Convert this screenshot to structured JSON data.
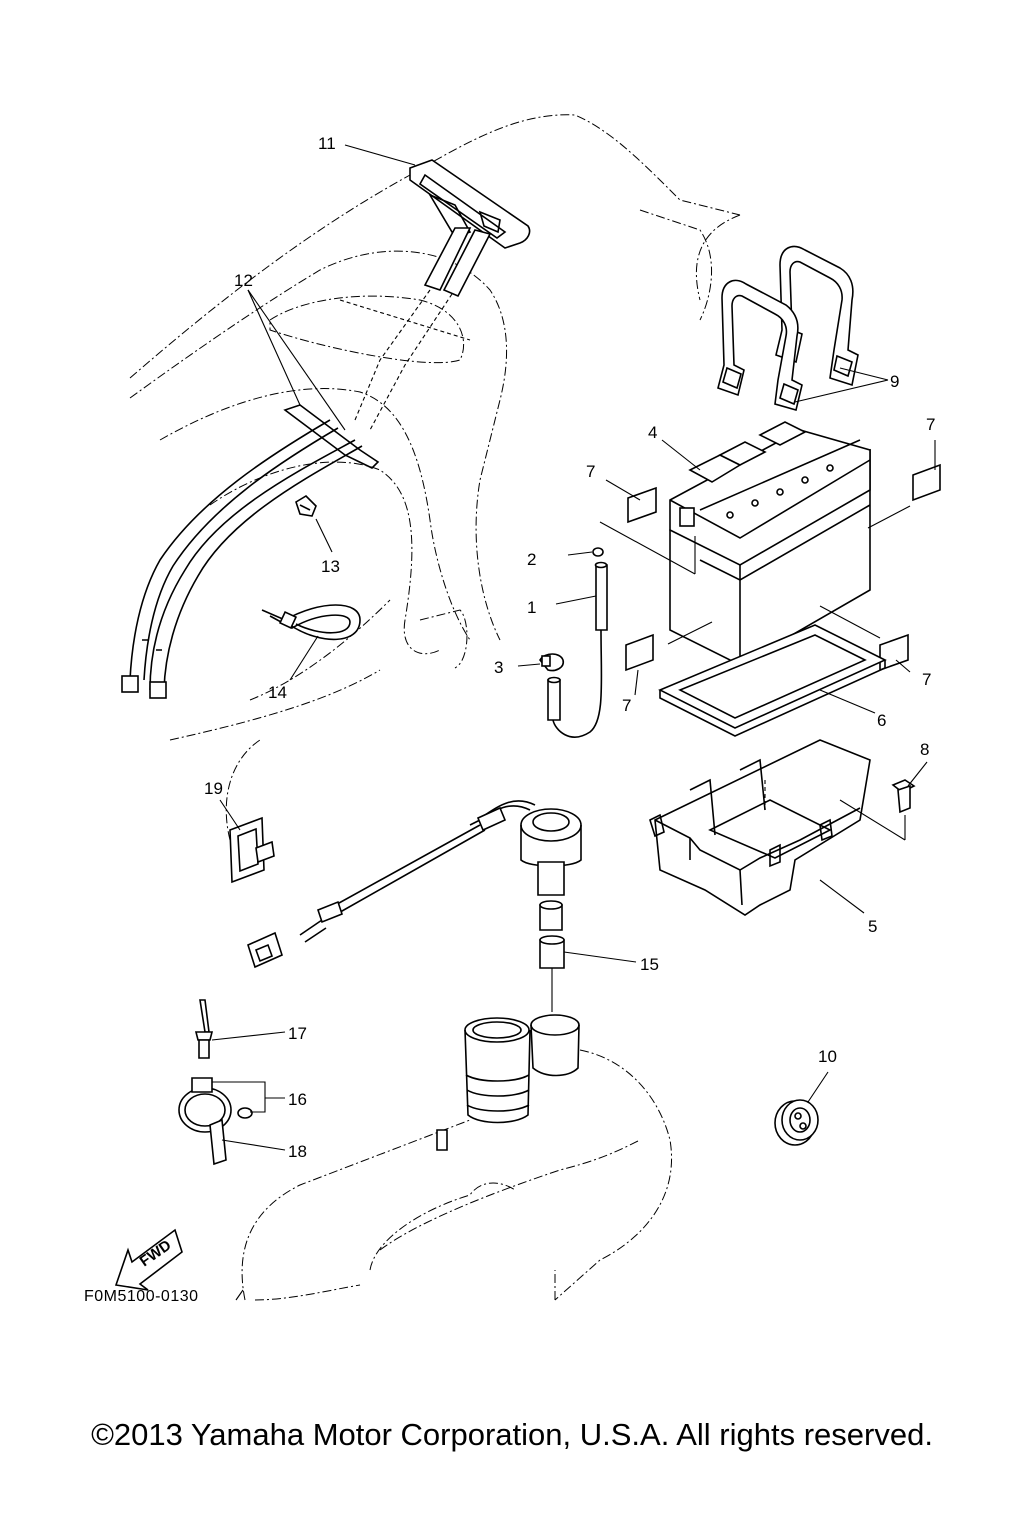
{
  "callouts": [
    {
      "id": "label-11",
      "text": "11"
    },
    {
      "id": "label-12",
      "text": "12"
    },
    {
      "id": "label-9",
      "text": "9"
    },
    {
      "id": "label-4",
      "text": "4"
    },
    {
      "id": "label-7a",
      "text": "7"
    },
    {
      "id": "label-7b",
      "text": "7"
    },
    {
      "id": "label-7c",
      "text": "7"
    },
    {
      "id": "label-7d",
      "text": "7"
    },
    {
      "id": "label-2",
      "text": "2"
    },
    {
      "id": "label-1",
      "text": "1"
    },
    {
      "id": "label-13",
      "text": "13"
    },
    {
      "id": "label-3",
      "text": "3"
    },
    {
      "id": "label-14",
      "text": "14"
    },
    {
      "id": "label-6",
      "text": "6"
    },
    {
      "id": "label-8",
      "text": "8"
    },
    {
      "id": "label-19",
      "text": "19"
    },
    {
      "id": "label-5",
      "text": "5"
    },
    {
      "id": "label-15",
      "text": "15"
    },
    {
      "id": "label-17",
      "text": "17"
    },
    {
      "id": "label-10",
      "text": "10"
    },
    {
      "id": "label-16",
      "text": "16"
    },
    {
      "id": "label-18",
      "text": "18"
    }
  ],
  "fwd_label": "FWD",
  "figure_code": "F0M5100-0130",
  "copyright": "©2013 Yamaha Motor Corporation, U.S.A. All rights reserved."
}
